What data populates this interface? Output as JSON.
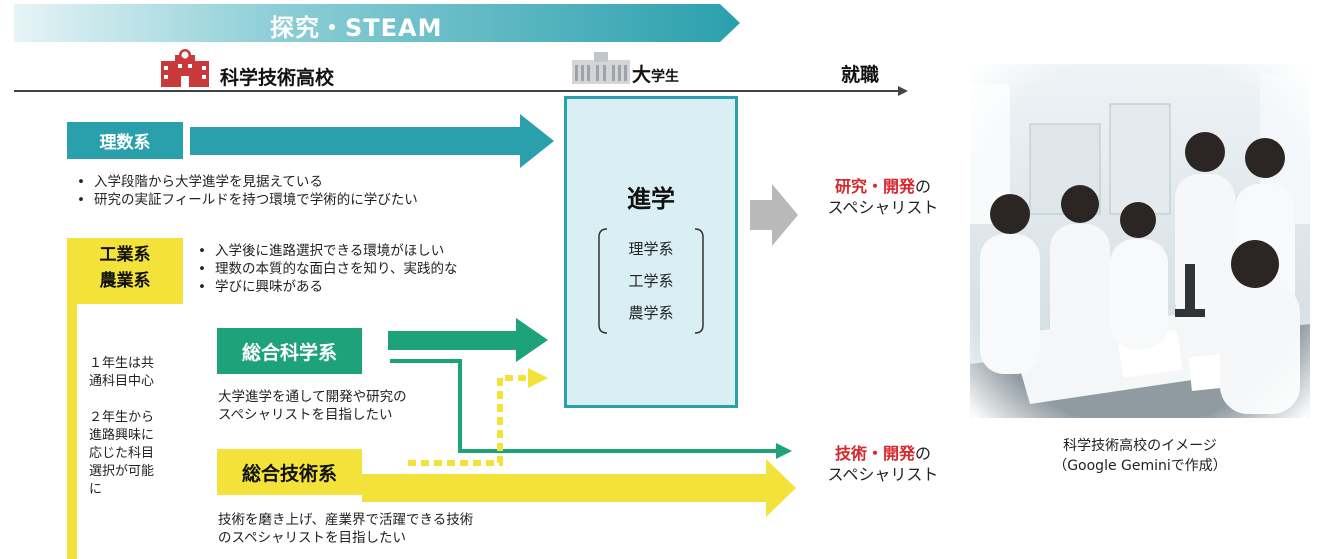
{
  "banner": {
    "title": "探究・STEAM"
  },
  "timeline": {
    "school_label": "科学技術高校",
    "university_label_big": "大",
    "university_label_small": "学生",
    "employment_label": "就職"
  },
  "courses": {
    "science": {
      "label": "理数系",
      "bullets": [
        "入学段階から大学進学を見据えている",
        "研究の実証フィールドを持つ環境で学術的に学びたい"
      ]
    },
    "industry": {
      "label_line1": "工業系",
      "label_line2": "農業系",
      "bullets": [
        "入学後に進路選択できる環境がほしい",
        "理数の本質的な面白さを知り、実践的な",
        "学びに興味がある"
      ]
    },
    "general_science": {
      "label": "総合科学系",
      "desc": [
        "大学進学を通して開発や研究の",
        "スペシャリストを目指したい"
      ]
    },
    "general_tech": {
      "label": "総合技術系",
      "desc": [
        "技術を磨き上げ、産業界で活躍できる技術",
        "のスペシャリストを目指したい"
      ]
    }
  },
  "side_note": {
    "line1": [
      "１年生は共",
      "通科目中心"
    ],
    "line2": [
      "２年生から",
      "進路興味に",
      "応じた科目",
      "選択が可能",
      "に"
    ]
  },
  "study": {
    "title": "進学",
    "fields": [
      "理学系",
      "工学系",
      "農学系"
    ]
  },
  "outcomes": {
    "research": {
      "highlight": "研究・開発",
      "suffix": "の",
      "line2": "スペシャリスト"
    },
    "tech": {
      "highlight": "技術・開発",
      "suffix": "の",
      "line2": "スペシャリスト"
    }
  },
  "photo": {
    "caption_line1": "科学技術高校のイメージ",
    "caption_line2": "（Google Geminiで作成）"
  },
  "colors": {
    "teal": "#2aa0ad",
    "yellow": "#f2e23a",
    "green": "#1ea27a",
    "red": "#d9262b",
    "gray_arrow": "#b9b9b9"
  }
}
